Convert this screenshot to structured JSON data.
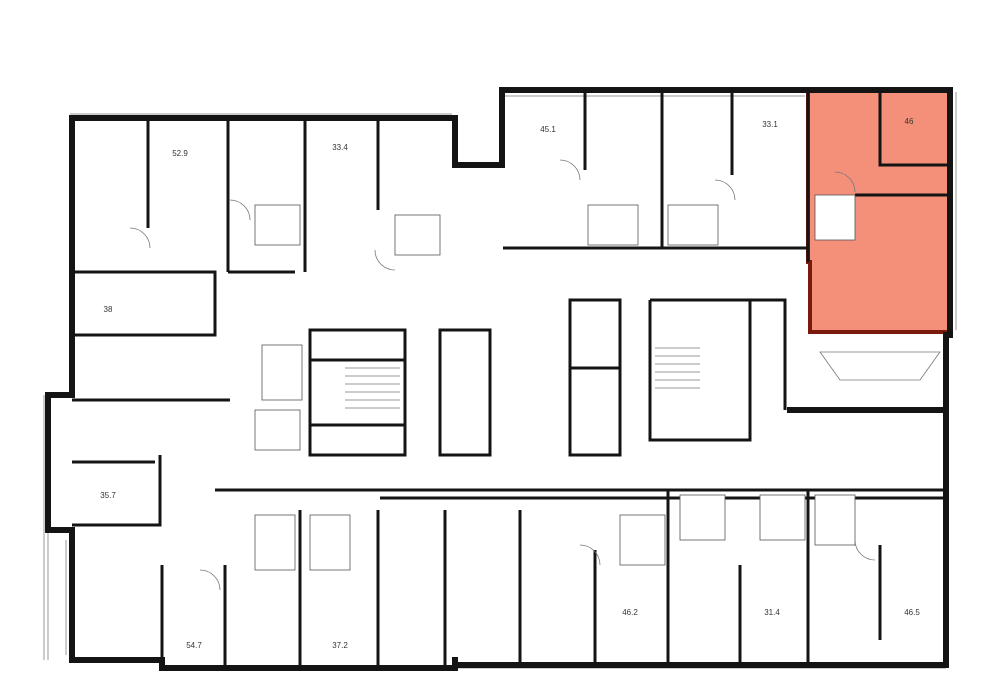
{
  "plan": {
    "highlight_color": "#f4907a",
    "highlight_border": "#7a1a0c",
    "highlighted_unit": "46",
    "units": [
      {
        "id": "u1",
        "area": "52.9",
        "highlighted": false
      },
      {
        "id": "u2",
        "area": "33.4",
        "highlighted": false
      },
      {
        "id": "u3",
        "area": "45.1",
        "highlighted": false
      },
      {
        "id": "u4",
        "area": "33.1",
        "highlighted": false
      },
      {
        "id": "u5",
        "area": "46",
        "highlighted": true
      },
      {
        "id": "u6",
        "area": "38",
        "highlighted": false
      },
      {
        "id": "u7",
        "area": "35.7",
        "highlighted": false
      },
      {
        "id": "u8",
        "area": "54.7",
        "highlighted": false
      },
      {
        "id": "u9",
        "area": "37.2",
        "highlighted": false
      },
      {
        "id": "u10",
        "area": "46.2",
        "highlighted": false
      },
      {
        "id": "u11",
        "area": "31.4",
        "highlighted": false
      },
      {
        "id": "u12",
        "area": "46.5",
        "highlighted": false
      }
    ]
  }
}
